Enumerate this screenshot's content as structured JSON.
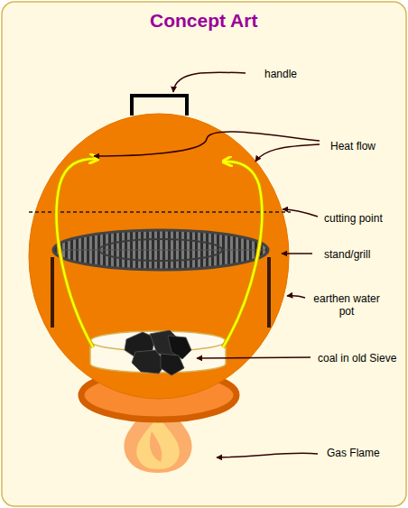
{
  "diagram": {
    "title": "Concept Art",
    "labels": [
      "handle",
      "Heat flow",
      "cutting point",
      "stand/grill",
      "earthen water pot",
      "coal in old Sieve",
      "Gas Flame"
    ]
  }
}
